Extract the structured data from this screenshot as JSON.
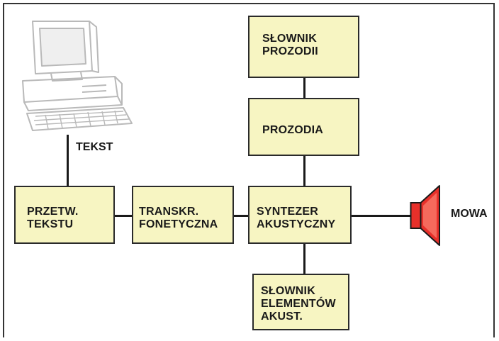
{
  "colors": {
    "box_fill": "#f7f5c2",
    "speaker_fill": "#e8302a",
    "line": "#1a1a1a"
  },
  "icons": [
    "computer-icon",
    "speaker-icon"
  ],
  "labels": {
    "text_input": "TEKST",
    "speech_output": "MOWA"
  },
  "boxes": {
    "prosody_dictionary": {
      "line1": "SŁOWNIK",
      "line2": "PROZODII"
    },
    "prosody": {
      "line1": "PROZODIA"
    },
    "text_processing": {
      "line1": "PRZETW.",
      "line2": "TEKSTU"
    },
    "phonetic_transcription": {
      "line1": "TRANSKR.",
      "line2": "FONETYCZNA"
    },
    "acoustic_synthesizer": {
      "line1": "SYNTEZER",
      "line2": "AKUSTYCZNY"
    },
    "acoustic_elements_dictionary": {
      "line1": "SŁOWNIK",
      "line2": "ELEMENTÓW",
      "line3": "AKUST."
    }
  }
}
